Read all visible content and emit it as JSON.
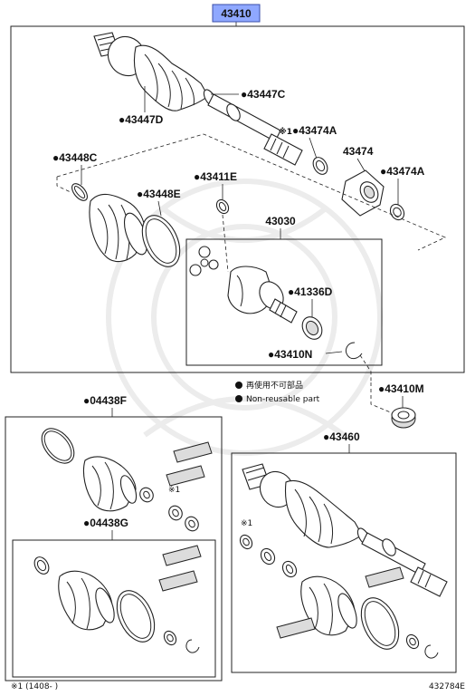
{
  "diagram": {
    "main_assembly": {
      "label": "43410",
      "highlight_color": "#8fa8ff"
    },
    "parts": {
      "p43447C": "43447C",
      "p43447D": "43447D",
      "p43474A_top": "43474A",
      "p43474": "43474",
      "p43474A_right": "43474A",
      "p43448C": "43448C",
      "p43448E": "43448E",
      "p43411E": "43411E",
      "p43030": "43030",
      "p41336D": "41336D",
      "p43410N": "43410N",
      "p43410M": "43410M",
      "p04438F": "04438F",
      "p04438G": "04438G",
      "p43460": "43460"
    },
    "ref_mark": "※1",
    "legend": {
      "jp": "再使用不可部品",
      "en": "Non-reusable part"
    },
    "footnote": "※1 (1408-      )",
    "diagram_id": "432784E",
    "bullet": "●"
  }
}
